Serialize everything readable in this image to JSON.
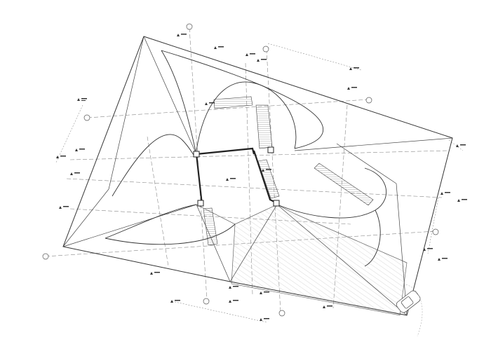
{
  "drawing": {
    "type": "architectural roof / site plan",
    "line_color": "#444444",
    "grid_line_color": "#888888",
    "hatch_color": "#bbbbbb",
    "elements": [
      "roof-outline",
      "roof-ridge-lines",
      "curved-roof-edges",
      "interior-walls",
      "stairs",
      "ramp",
      "hatched-terrace",
      "parked-car",
      "grid-axis-lines",
      "grid-bubbles",
      "elevation-markers",
      "dimension-lines"
    ]
  }
}
